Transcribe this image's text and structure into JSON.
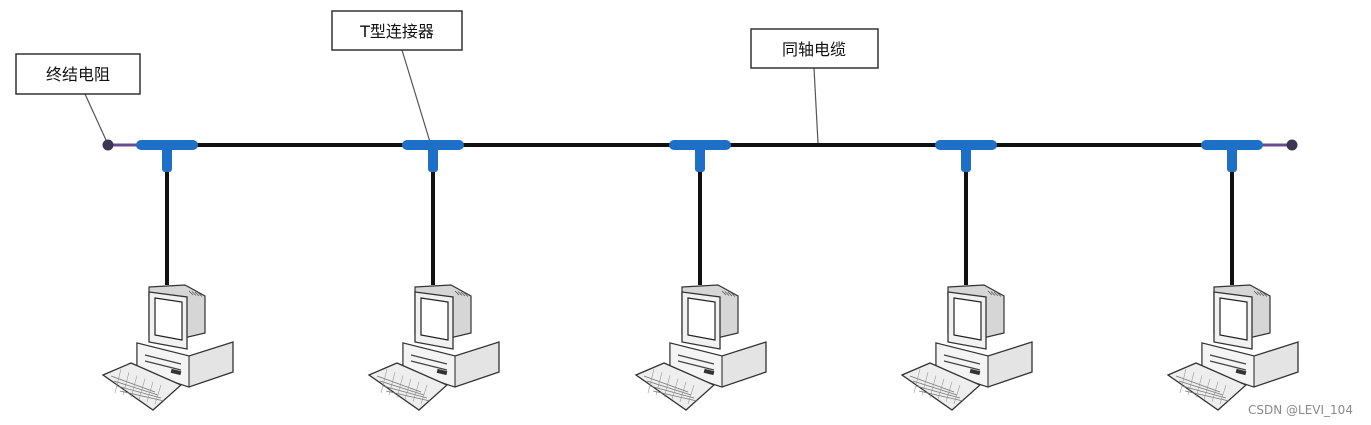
{
  "labels": {
    "terminator": "终结电阻",
    "t_connector": "T型连接器",
    "coax_cable": "同轴电缆"
  },
  "watermark": "CSDN @LEVI_104",
  "colors": {
    "cable": "#111111",
    "connector": "#1e6fc7",
    "terminator_wire": "#6a4c8c",
    "terminator_end": "#3d3555",
    "callout_border": "#333333",
    "leader_line": "#555555"
  },
  "computers": [
    {
      "name": "computer-1"
    },
    {
      "name": "computer-2"
    },
    {
      "name": "computer-3"
    },
    {
      "name": "computer-4"
    },
    {
      "name": "computer-5"
    }
  ]
}
